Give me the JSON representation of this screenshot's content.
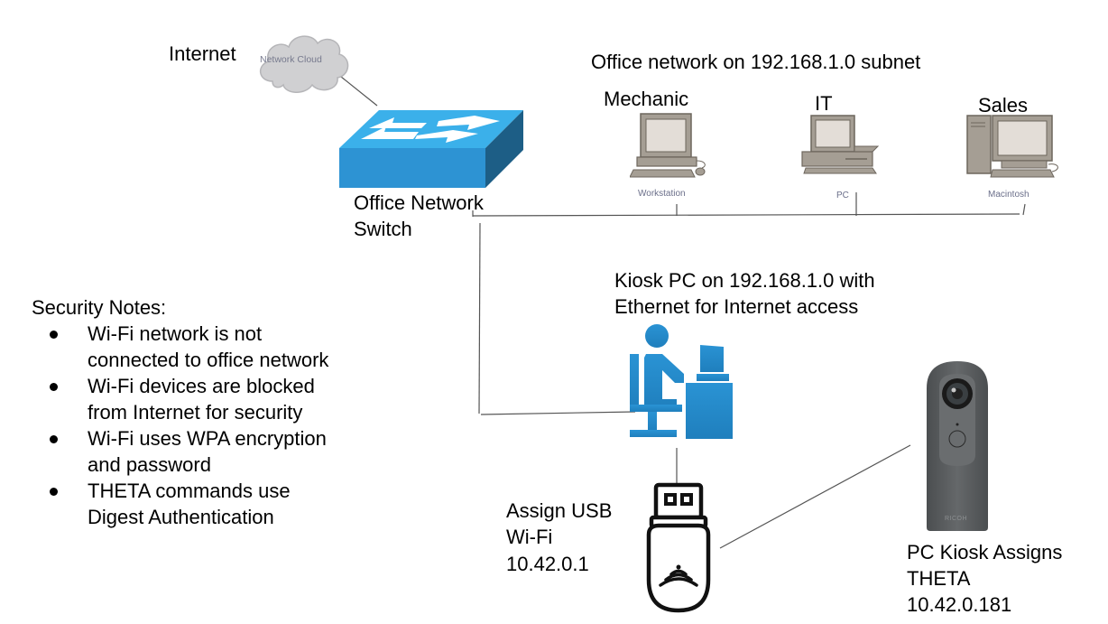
{
  "diagram": {
    "internet": {
      "label": "Internet",
      "cloud_caption": "Network Cloud"
    },
    "switch": {
      "label_line1": "Office Network",
      "label_line2": "Switch"
    },
    "office_network": {
      "title": "Office network on 192.168.1.0 subnet",
      "computers": [
        {
          "label": "Mechanic",
          "caption": "Workstation",
          "icon": "workstation-icon"
        },
        {
          "label": "IT",
          "caption": "PC",
          "icon": "pc-icon"
        },
        {
          "label": "Sales",
          "caption": "Macintosh",
          "icon": "macintosh-icon"
        }
      ]
    },
    "kiosk": {
      "label_line1": "Kiosk PC on 192.168.1.0 with",
      "label_line2": "Ethernet for Internet access"
    },
    "usb_wifi": {
      "label_line1": "Assign USB",
      "label_line2": "Wi-Fi",
      "label_line3": "10.42.0.1"
    },
    "theta": {
      "brand": "RICOH",
      "label_line1": "PC Kiosk Assigns",
      "label_line2": "THETA",
      "label_line3": "10.42.0.181"
    },
    "security_notes": {
      "title": "Security Notes:",
      "items": [
        {
          "line1": "Wi-Fi network is not",
          "line2": "connected to office network"
        },
        {
          "line1": "Wi-Fi devices are blocked",
          "line2": "from Internet for security"
        },
        {
          "line1": "Wi-Fi uses WPA encryption",
          "line2": "and password"
        },
        {
          "line1": "THETA commands use",
          "line2": "Digest Authentication"
        }
      ]
    },
    "colors": {
      "switch_top": "#3bb0ea",
      "switch_front": "#2d93d3",
      "switch_side": "#1d5e86",
      "kiosk_blue": "#2389c9",
      "computer_gray": "#a59e94",
      "camera_gray": "#5d6062",
      "wire": "#555555"
    }
  }
}
